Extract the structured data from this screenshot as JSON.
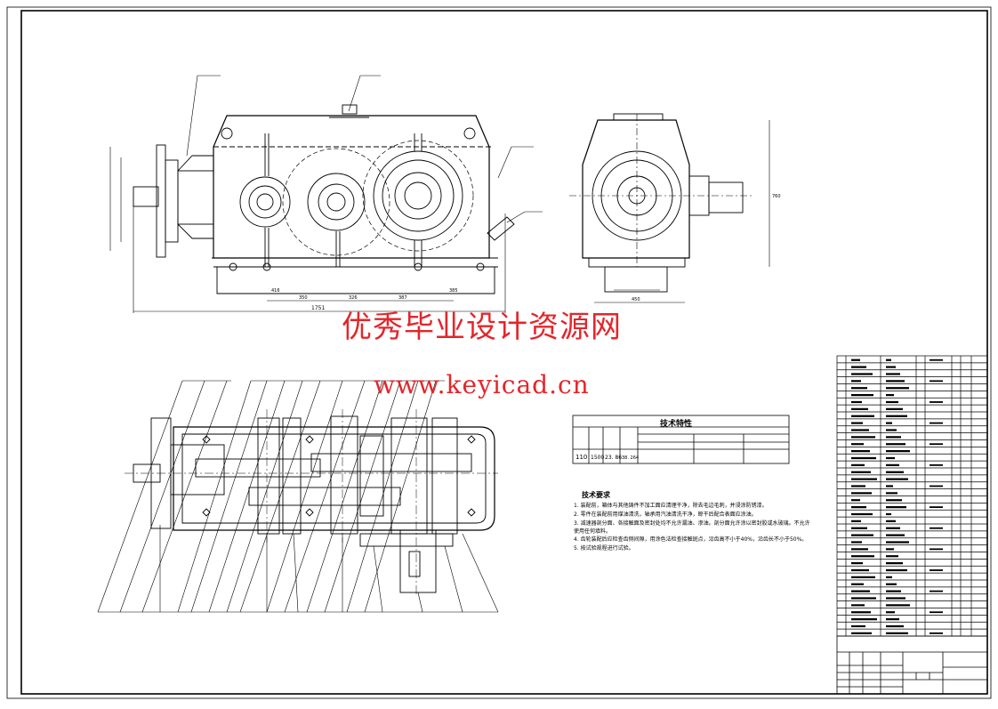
{
  "watermark": {
    "title": "优秀毕业设计资源网",
    "url": "www.keyicad.cn",
    "color": "#e3262b"
  },
  "dimensions": {
    "front_overall_length": "1751",
    "front_dims": [
      "350",
      "326",
      "387",
      "385",
      "416"
    ],
    "side_height": "760",
    "side_width": "450"
  },
  "tech_params": {
    "title": "技术特性",
    "cells": [
      "110",
      "1500",
      "23. 86",
      "38. 264"
    ]
  },
  "tech_requirements": {
    "title": "技术要求",
    "lines": [
      "1. 装配前，箱体与其他铸件不加工面应清理干净，除去毛边毛刺，并浸涂防锈漆。",
      "2. 零件在装配前用煤油清洗，轴承用汽油清洗干净，晾干后配合表面应涂油。",
      "3. 减速器剖分面、各接触面及密封处均不允许漏油、渗油。剖分面允许涂以密封胶或水玻璃。不允许",
      "   使用任何填料。",
      "4. 齿轮装配后应检查齿侧间隙，用涂色法检查接触斑点，沿齿高不小于40%，沿齿长不小于50%。",
      "5. 按试验规程进行试验。"
    ]
  }
}
